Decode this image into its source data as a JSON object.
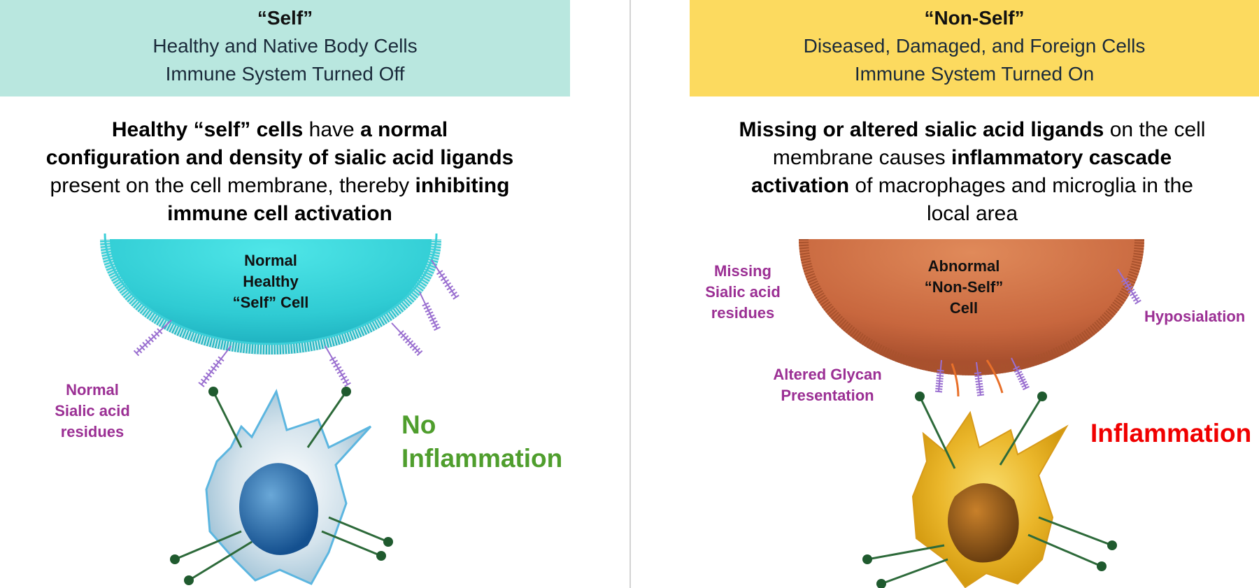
{
  "left": {
    "header": {
      "title": "“Self”",
      "line1": "Healthy and Native Body Cells",
      "line2": "Immune System Turned Off"
    },
    "paragraph": [
      "Healthy “self” cells",
      " have ",
      "a normal",
      "configuration and density of sialic acid ligands",
      "present on the cell membrane, thereby ",
      "inhibiting",
      "immune cell activation"
    ],
    "cell_label": [
      "Normal",
      "Healthy",
      "“Self” Cell"
    ],
    "residue_label": [
      "Normal",
      "Sialic acid",
      "residues"
    ],
    "outcome": [
      "No",
      "Inflammation"
    ]
  },
  "right": {
    "header": {
      "title": "“Non-Self”",
      "line1": "Diseased, Damaged, and Foreign Cells",
      "line2": "Immune System Turned On"
    },
    "paragraph": [
      "Missing or altered sialic acid ligands",
      " on the cell",
      "membrane causes ",
      "inflammatory cascade",
      "activation",
      " of macrophages and microglia in the",
      "local area"
    ],
    "cell_label": [
      "Abnormal",
      "“Non-Self”",
      "Cell"
    ],
    "missing_label": [
      "Missing",
      "Sialic acid",
      "residues"
    ],
    "hypo_label": "Hyposialation",
    "glycan_label": [
      "Altered Glycan",
      "Presentation"
    ],
    "outcome": "Inflammation"
  },
  "colors": {
    "self_header": "#b9e7df",
    "nonself_header": "#fcda5f",
    "residue": "#9b2f94",
    "no_inflammation": "#4f9e2d",
    "inflammation": "#f00000",
    "self_cell": "#35d0d6",
    "nonself_cell": "#c9683f"
  }
}
